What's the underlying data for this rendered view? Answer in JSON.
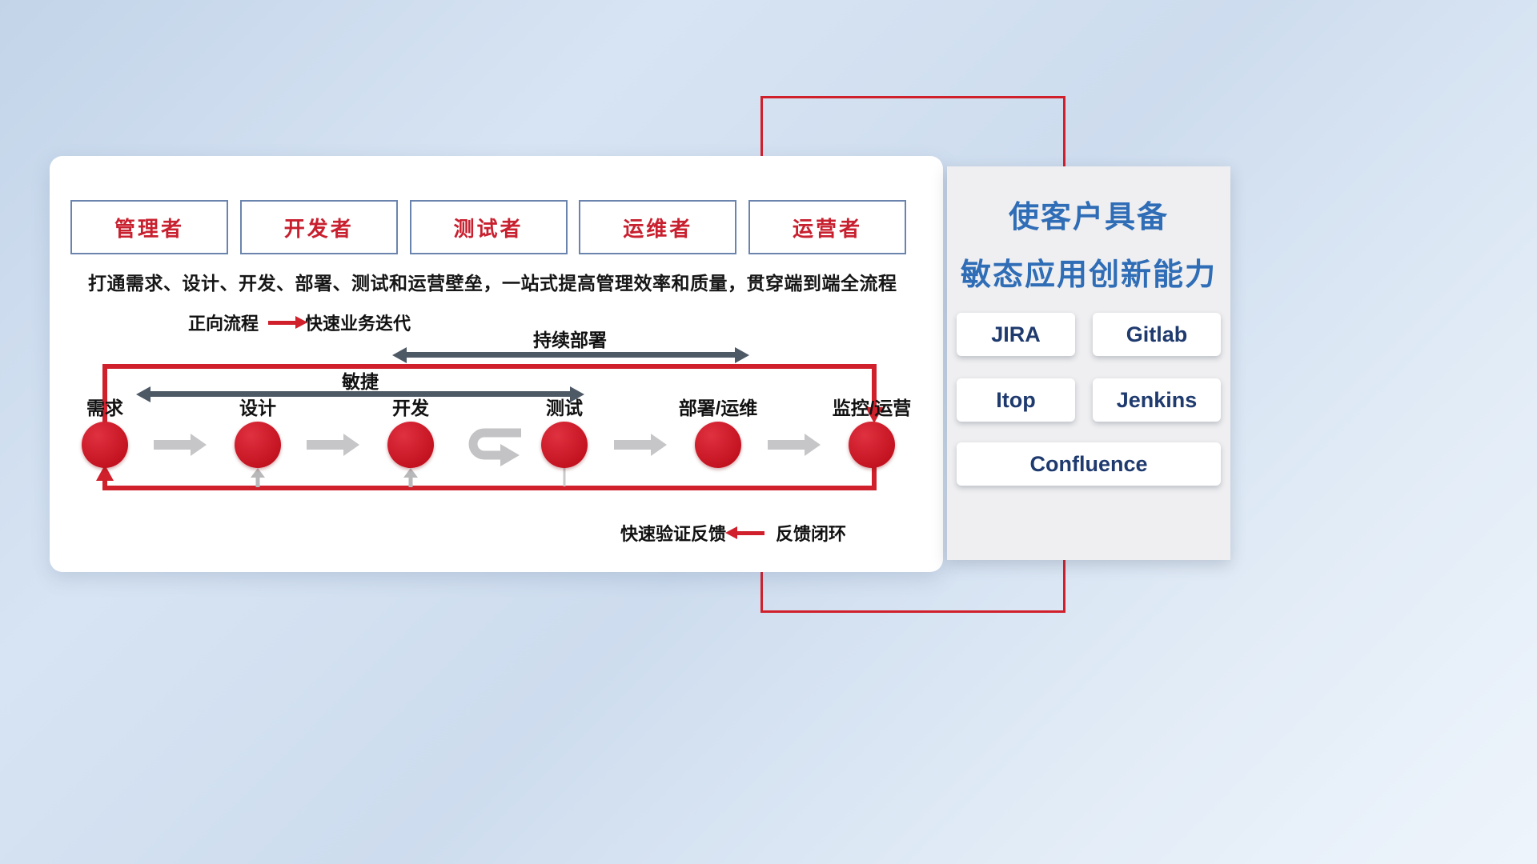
{
  "main_card": {
    "roles": [
      {
        "label": "管理者"
      },
      {
        "label": "开发者"
      },
      {
        "label": "测试者"
      },
      {
        "label": "运维者"
      },
      {
        "label": "运营者"
      }
    ],
    "description": "打通需求、设计、开发、部署、测试和运营壁垒，一站式提高管理效率和质量，贯穿端到端全流程",
    "legend_forward": {
      "label": "正向流程",
      "desc": "快速业务迭代"
    },
    "span_arrows": {
      "continuous_deploy": "持续部署",
      "agile": "敏捷"
    },
    "nodes": [
      {
        "label": "需求"
      },
      {
        "label": "设计"
      },
      {
        "label": "开发"
      },
      {
        "label": "测试"
      },
      {
        "label": "部署/运维"
      },
      {
        "label": "监控/运营"
      }
    ],
    "legend_feedback": {
      "desc": "快速验证反馈",
      "label": "反馈闭环"
    }
  },
  "side_panel": {
    "title_line1": "使客户具备",
    "title_line2": "敏态应用创新能力",
    "tools": [
      {
        "label": "JIRA"
      },
      {
        "label": "Gitlab"
      },
      {
        "label": "Itop"
      },
      {
        "label": "Jenkins"
      },
      {
        "label": "Confluence"
      }
    ]
  },
  "colors": {
    "accent_red": "#d0202c",
    "title_blue": "#2f6db6",
    "tool_text_navy": "#1e3a6e",
    "dark_arrow_gray": "#4e5966",
    "flow_arrow_gray": "#c6c6c8"
  }
}
